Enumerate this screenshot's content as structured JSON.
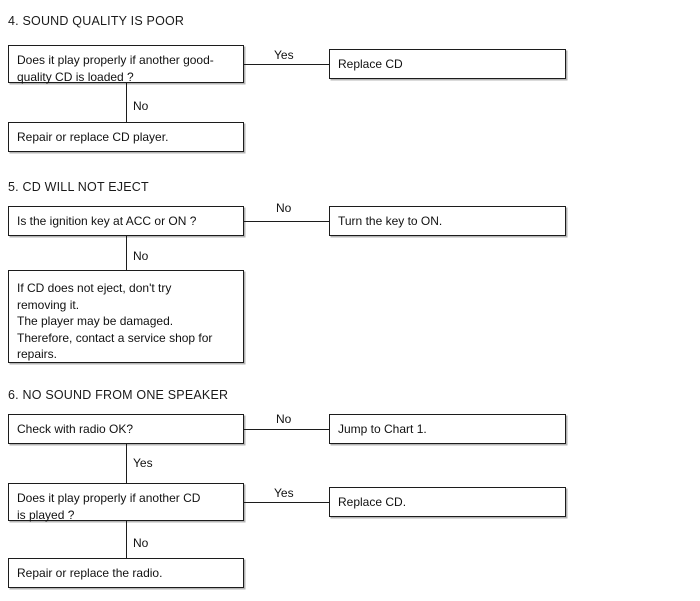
{
  "document": {
    "kind": "troubleshooting-flowchart",
    "page_background": "#ffffff",
    "line_color": "#1c1c1c",
    "text_color": "#111111"
  },
  "sections": [
    {
      "id": "section-4",
      "title": "4.  SOUND QUALITY IS POOR",
      "nodes": {
        "question": "Does it play properly if another good-\nquality CD is loaded ?",
        "yes_result": "Replace CD",
        "no_result": "Repair or replace CD player."
      },
      "edges": {
        "branch_right": "Yes",
        "branch_down": "No"
      }
    },
    {
      "id": "section-5",
      "title": "5.  CD WILL NOT EJECT",
      "nodes": {
        "question": "Is the ignition key at ACC or ON ?",
        "no_right_result": "Turn the key to ON.",
        "no_down_result": "If  CD does not eject, don't try\nremoving it.\nThe player may be damaged.\nTherefore,  contact a service shop for\nrepairs."
      },
      "edges": {
        "branch_right": "No",
        "branch_down": "No"
      }
    },
    {
      "id": "section-6",
      "title": "6.  NO SOUND FROM ONE SPEAKER",
      "nodes": {
        "question_1": "Check with radio OK?",
        "question_1_no_result": "Jump to Chart 1.",
        "question_2": "Does it play properly if another CD\nis played ?",
        "question_2_yes_result": "Replace CD.",
        "question_2_no_result": "Repair or replace the radio."
      },
      "edges": {
        "q1_branch_right": "No",
        "q1_branch_down": "Yes",
        "q2_branch_right": "Yes",
        "q2_branch_down": "No"
      }
    }
  ]
}
